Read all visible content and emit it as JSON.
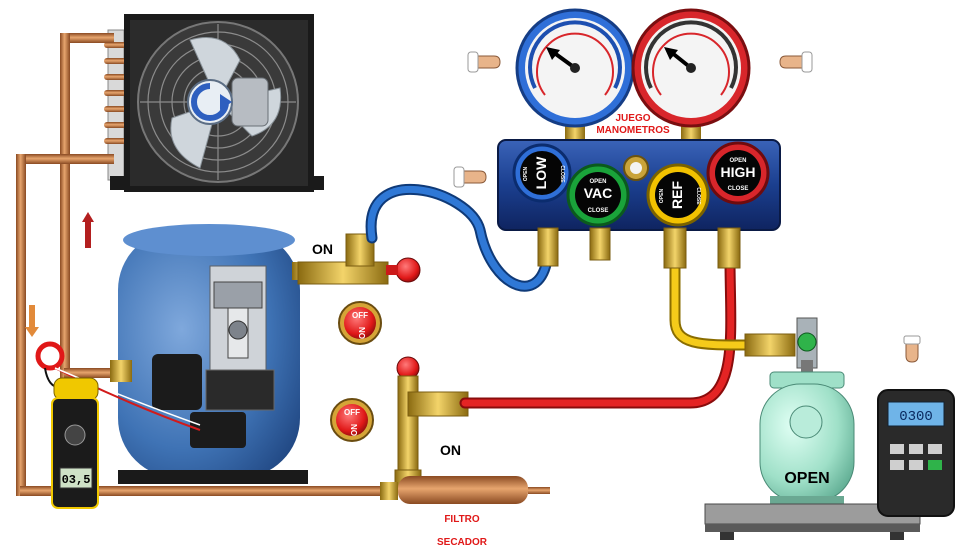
{
  "labels": {
    "juego_line1": "JUEGO",
    "juego_line2": "MANOMETROS",
    "on_top": "ON",
    "on_bottom": "ON",
    "filtro_line1": "FILTRO",
    "filtro_line2": "SECADOR",
    "open_tank": "OPEN",
    "scale_display": "0300",
    "clamp_display": "03,5"
  },
  "manifold": {
    "low": "LOW",
    "vac": "VAC",
    "ref": "REF",
    "high": "HIGH",
    "open": "OPEN",
    "close": "CLOSE"
  },
  "valves": {
    "off": "OFF",
    "on": "ON"
  },
  "colors": {
    "copper": "#c87a43",
    "blue_hose": "#1f5fb5",
    "red_hose": "#d91f1f",
    "yellow_hose": "#f2c200",
    "compressor": "#3f73b5",
    "tank": "#9fe0c8",
    "valve_red": "#e01818",
    "manifold_body": "#1b3f8f",
    "low_gauge": "#2f6fd8",
    "high_gauge": "#d8262b",
    "vac_ring": "#1aa33a",
    "ref_ring": "#f2c200"
  },
  "icons": [
    "hand-pointer-icon",
    "rotation-arrow-icon",
    "up-arrow-icon",
    "down-arrow-icon"
  ]
}
